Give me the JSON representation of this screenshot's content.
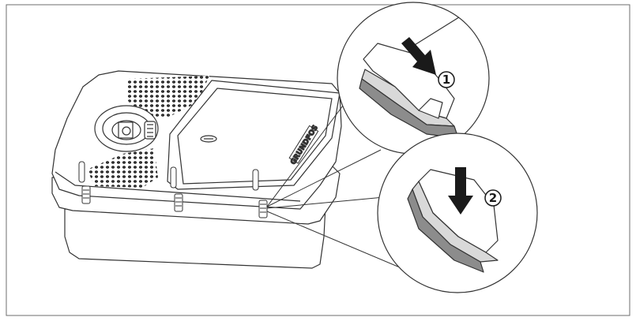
{
  "figure": {
    "frame_color": "#6e6e6e",
    "line_color": "#333333",
    "fill_gray": "#d9d9d9",
    "dark_gray": "#8c8c8c"
  },
  "steps": [
    {
      "label": "1",
      "icon": "arrow-diagonal-down-right-icon"
    },
    {
      "label": "2",
      "icon": "arrow-down-icon"
    }
  ],
  "device": {
    "vent_count": 2,
    "latch_count": 3,
    "label_text": "GRUNDFOS"
  }
}
